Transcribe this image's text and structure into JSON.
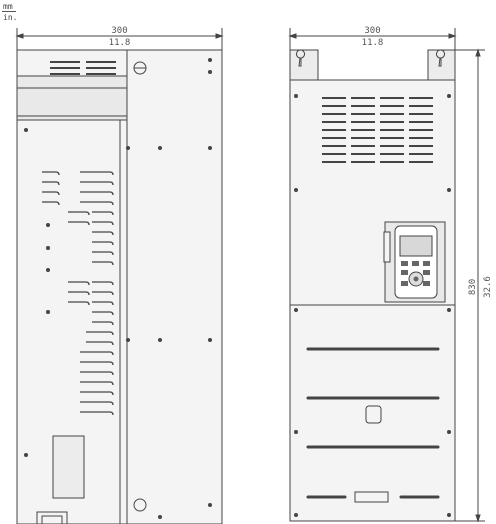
{
  "units": {
    "primary": "mm",
    "secondary": "in."
  },
  "side_view": {
    "width_mm": "300",
    "width_in": "11.8"
  },
  "front_view": {
    "width_mm": "300",
    "width_in": "11.8",
    "height_mm": "830",
    "height_in": "32.6"
  },
  "colors": {
    "line": "#444444",
    "fill": "#f4f4f4",
    "panel": "#eeeeee",
    "dark": "#555555"
  }
}
